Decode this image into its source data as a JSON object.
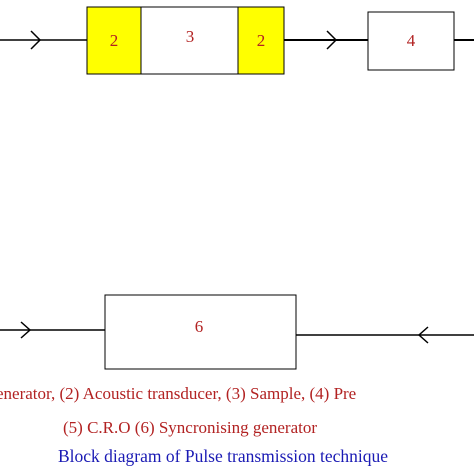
{
  "diagram": {
    "blocks": {
      "transducer_left": {
        "label": "2",
        "fill": "#ffff00"
      },
      "sample": {
        "label": "3",
        "fill": "#ffffff"
      },
      "transducer_right": {
        "label": "2",
        "fill": "#ffff00"
      },
      "preamp": {
        "label": "4",
        "fill": "#ffffff"
      },
      "sync_generator": {
        "label": "6",
        "fill": "#ffffff"
      }
    },
    "line_color": "#000000",
    "label_color": "#b22222"
  },
  "caption": {
    "legend_line1": "enerator,   (2) Acoustic transducer, (3) Sample, (4) Pre",
    "legend_line2": "(5) C.R.O    (6) Syncronising generator",
    "title": "Block diagram of Pulse transmission technique",
    "title_color": "#1a1ab4"
  }
}
